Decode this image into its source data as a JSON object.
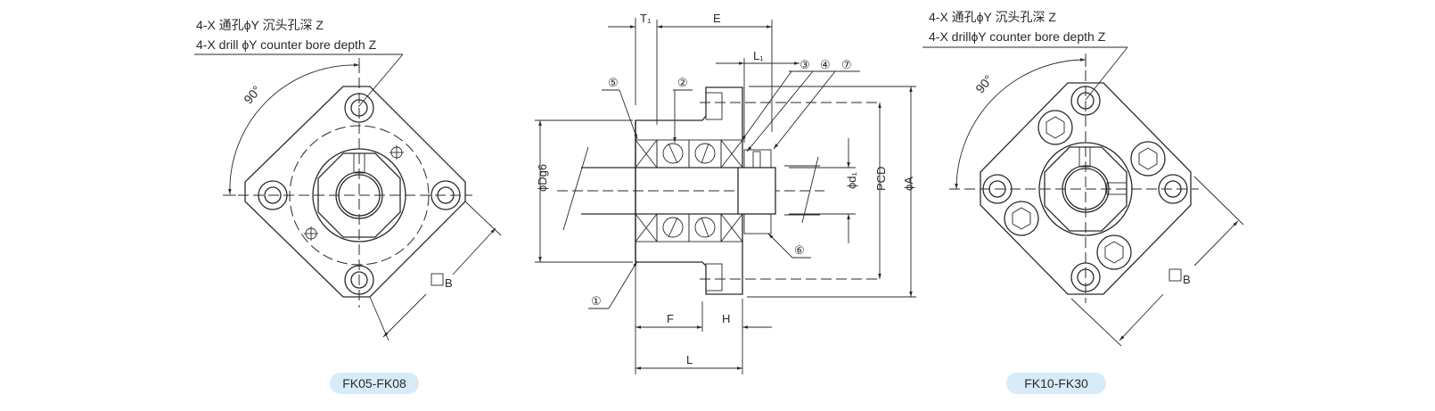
{
  "left_view": {
    "note_cn": "4-X 通孔ϕY 沉头孔深 Z",
    "note_en": "4-X drill ϕY counter bore depth Z",
    "angle": "90°",
    "square_label": "B",
    "caption": "FK05-FK08"
  },
  "section_view": {
    "dims": {
      "T1": "T₁",
      "E": "E",
      "L1": "L₁",
      "F": "F",
      "H": "H",
      "L": "L",
      "Dg6": "ϕDg6",
      "d1": "ϕd₁",
      "PCD": "PCD",
      "A": "ϕA"
    },
    "parts": [
      "①",
      "②",
      "③",
      "④",
      "⑤",
      "⑥",
      "⑦"
    ]
  },
  "right_view": {
    "note_cn": "4-X 通孔ϕY 沉头孔深 Z",
    "note_en": "4-X drillϕY counter bore depth Z",
    "angle": "90°",
    "square_label": "B",
    "caption": "FK10-FK30"
  },
  "colors": {
    "line": "#2a2a2a",
    "badge": "#d6ecf8"
  }
}
